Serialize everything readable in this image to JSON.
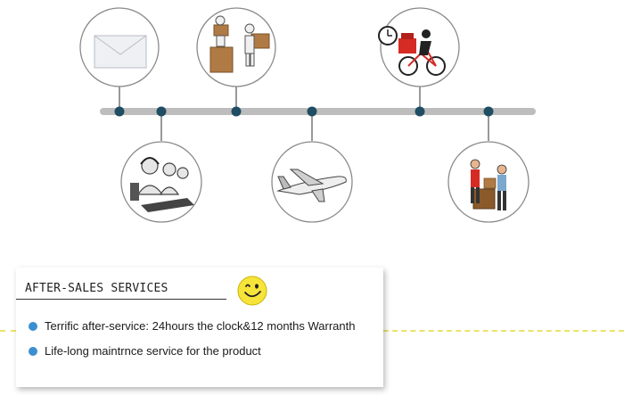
{
  "section": {
    "title": "AFTER-SALES SERVICES"
  },
  "items": [
    "Terrific after-service: 24hours the clock&12 months Warranth",
    "Life-long maintrnce service for the product"
  ],
  "timeline_steps": [
    {
      "icon": "envelope-icon"
    },
    {
      "icon": "customer-support-icon"
    },
    {
      "icon": "packaging-icon"
    },
    {
      "icon": "airplane-icon"
    },
    {
      "icon": "delivery-bicycle-icon"
    },
    {
      "icon": "delivery-handover-icon"
    }
  ],
  "colors": {
    "timeline_bar": "#bdbdbd",
    "timeline_node": "#1f4d63",
    "bullet": "#3b8fd0",
    "dash_line": "#ece36a",
    "smiley": "#f7e43a"
  }
}
